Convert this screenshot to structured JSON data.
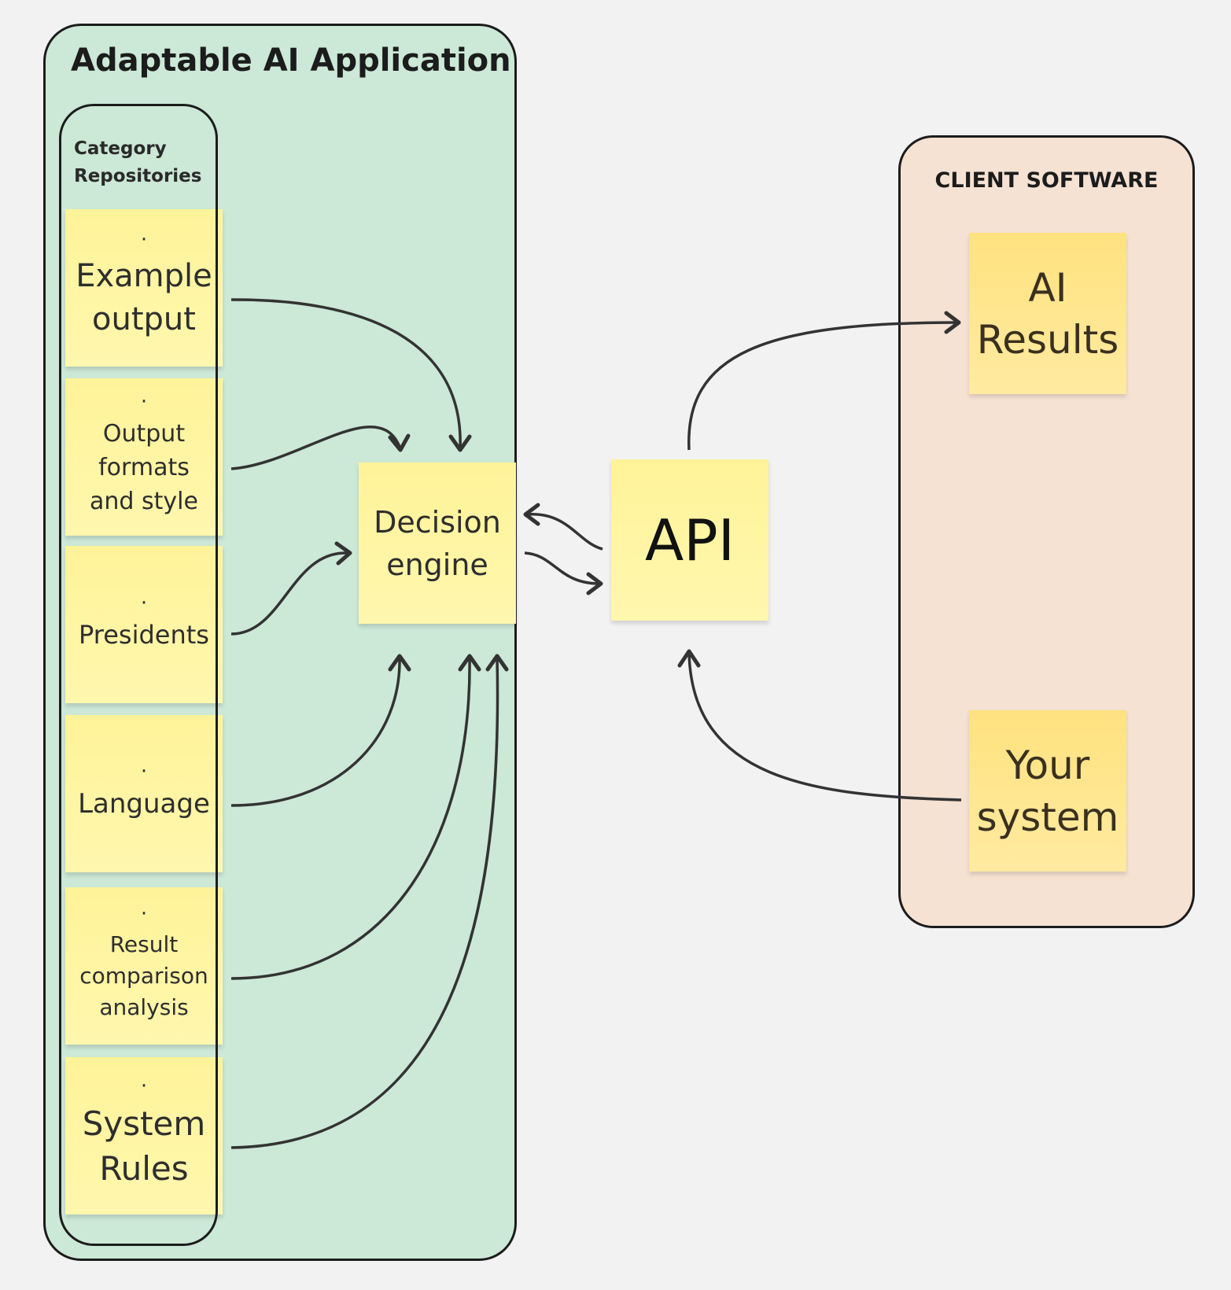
{
  "app": {
    "title": "Adaptable AI Application",
    "repositories_title": "Category Repositories",
    "repositories": [
      {
        "dot": "·",
        "label": "Example output"
      },
      {
        "dot": "·",
        "label": "Output formats and style"
      },
      {
        "dot": "·",
        "label": "Presidents"
      },
      {
        "dot": "·",
        "label": "Language"
      },
      {
        "dot": "·",
        "label": "Result comparison analysis"
      },
      {
        "dot": "·",
        "label": "System Rules"
      }
    ],
    "decision_engine": "Decision engine"
  },
  "api": {
    "label": "API"
  },
  "client": {
    "title": "CLIENT SOFTWARE",
    "ai_results": "AI Results",
    "your_system": "Your system"
  },
  "colors": {
    "background": "#f2f2f2",
    "app_frame": "#cce8d6",
    "client_frame": "#f5e2d3",
    "sticky_yellow": "#fff399",
    "sticky_gold": "#ffe27f",
    "arrow": "#333333"
  }
}
